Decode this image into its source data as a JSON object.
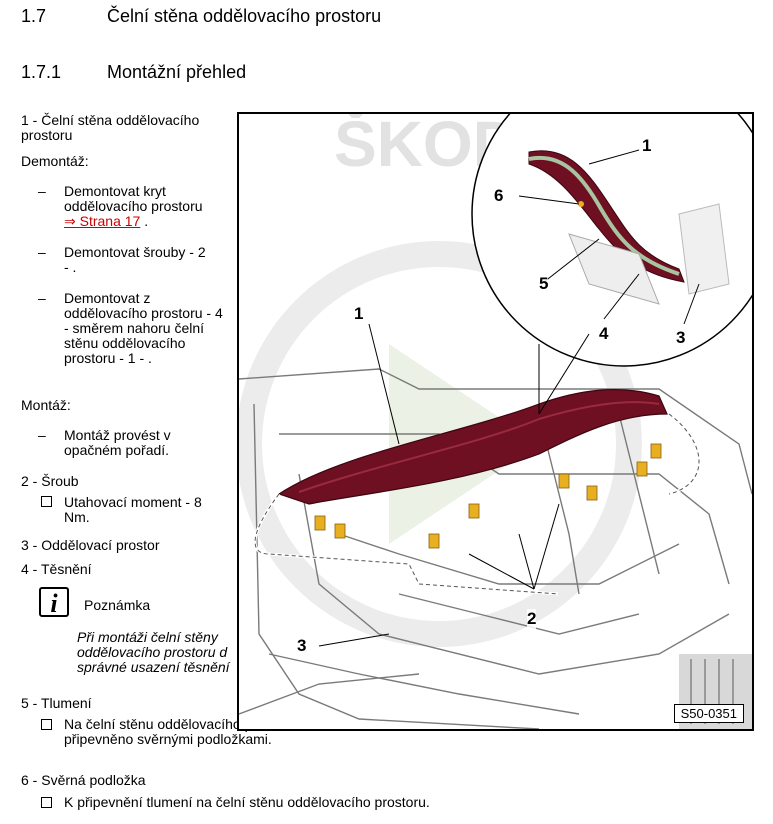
{
  "section": {
    "number": "1.7",
    "title": "Čelní stěna oddělovacího prostoru"
  },
  "subsection": {
    "number": "1.7.1",
    "title": "Montážní přehled"
  },
  "items": [
    {
      "label": "1 - Čelní stěna oddělovacího prostoru",
      "removal_heading": "Demontáž:",
      "removal_steps": [
        "Demontovat kryt oddělovacího prostoru",
        "Demontovat šrouby - 2 - .",
        "Demontovat z oddělovacího prostoru - 4 - směrem nahoru čelní stěnu oddělovacího prostoru - 1 - ."
      ],
      "link_text": "⇒ Strana 17",
      "link_suffix": " .",
      "install_heading": "Montáž:",
      "install_steps": [
        "Montáž provést v opačném pořadí."
      ]
    },
    {
      "label": "2 - Šroub",
      "notes": [
        "Utahovací moment - 8 Nm."
      ]
    },
    {
      "label": "3 - Oddělovací prostor"
    },
    {
      "label": "4 - Těsnění"
    },
    {
      "label": "5 - Tlumení",
      "notes": [
        "Na čelní stěnu oddělovacího prostoru připevněno svěrnými podložkami."
      ]
    },
    {
      "label": "6 - Svěrná podložka",
      "notes": [
        "K připevnění tlumení na čelní stěnu oddělovacího prostoru."
      ]
    }
  ],
  "note": {
    "icon": "info-icon",
    "title": "Poznámka",
    "text_lines": [
      "Při montáži čelní stěny",
      "oddělovacího prostoru d",
      "správné usazení těsnění"
    ]
  },
  "figure": {
    "code": "S50-0351",
    "watermark": "ŠKODA",
    "callouts": [
      "1",
      "2",
      "3",
      "1",
      "6",
      "5",
      "4",
      "3"
    ],
    "colors": {
      "part": "#6e0f22",
      "screw": "#e8b020",
      "ink": "#000000"
    }
  }
}
